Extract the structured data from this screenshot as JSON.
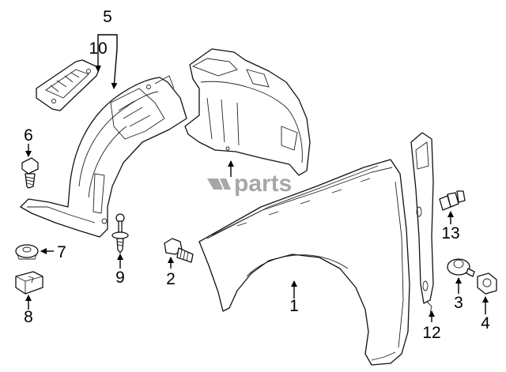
{
  "watermark": "parts",
  "callouts": {
    "c1": "1",
    "c2": "2",
    "c3": "3",
    "c4": "4",
    "c5": "5",
    "c6": "6",
    "c7": "7",
    "c8": "8",
    "c9": "9",
    "c10": "10",
    "c12": "12",
    "c13": "13"
  }
}
